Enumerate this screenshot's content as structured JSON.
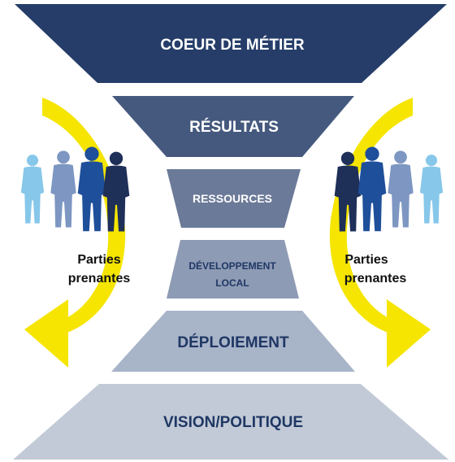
{
  "diagram": {
    "layers": [
      {
        "id": "coeur",
        "label": "COEUR DE MÉTIER",
        "color": "#253d68",
        "text_color": "#ffffff"
      },
      {
        "id": "resultats",
        "label": "RÉSULTATS",
        "color": "#45597e",
        "text_color": "#ffffff"
      },
      {
        "id": "ressources",
        "label": "RESSOURCES",
        "color": "#6b7a98",
        "text_color": "#ffffff"
      },
      {
        "id": "developpement",
        "label_line1": "DÉVELOPPEMENT",
        "label_line2": "LOCAL",
        "color": "#8e9bb4",
        "text_color": "#1f3764"
      },
      {
        "id": "deploiement",
        "label": "DÉPLOIEMENT",
        "color": "#a8b4c8",
        "text_color": "#1f3764"
      },
      {
        "id": "vision",
        "label": "VISION/POLITIQUE",
        "color": "#c2cad7",
        "text_color": "#1f3764"
      }
    ],
    "stakeholders_left": {
      "line1": "Parties",
      "line2": "prenantes"
    },
    "stakeholders_right": {
      "line1": "Parties",
      "line2": "prenantes"
    },
    "arrow_color": "#f5e500",
    "people_colors": [
      "#86c7ea",
      "#7d96c2",
      "#1e4f9a",
      "#1e2f58"
    ]
  }
}
